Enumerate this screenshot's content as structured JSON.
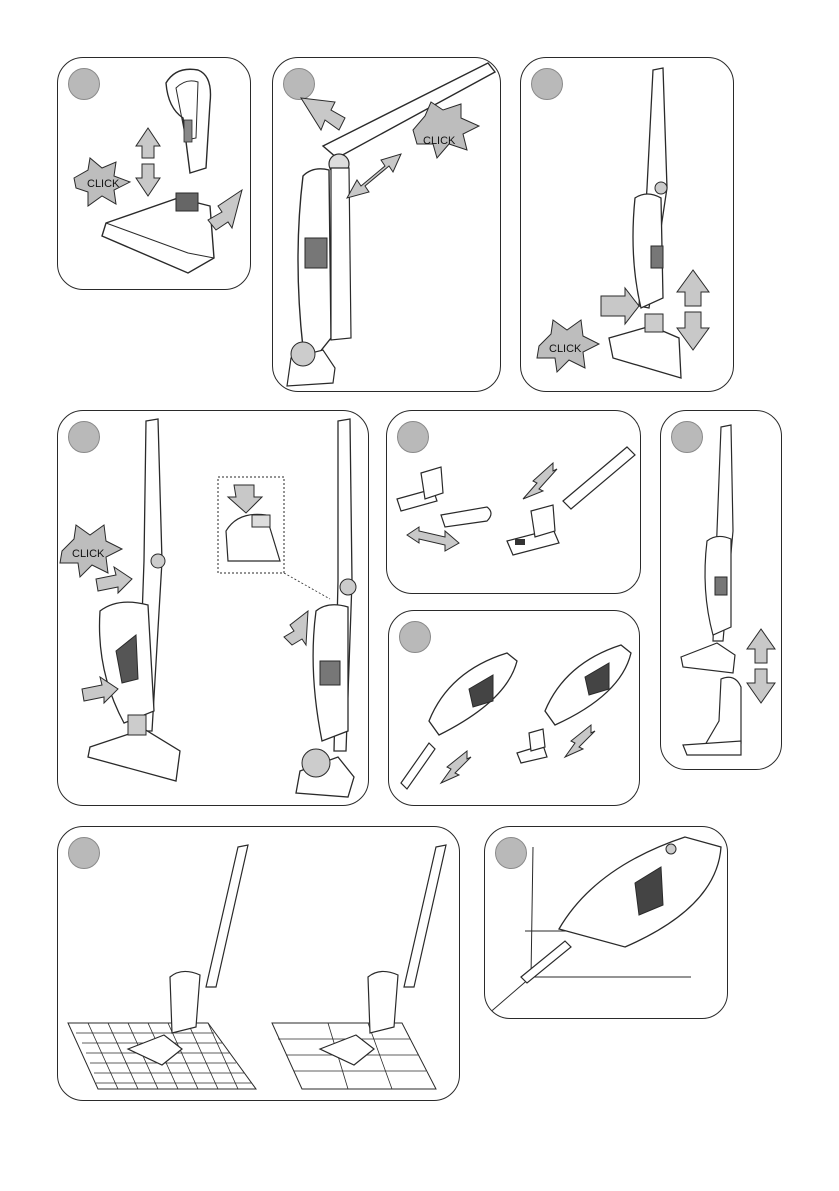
{
  "labels": {
    "click": "CLICK"
  },
  "colors": {
    "line": "#2a2a2a",
    "arrow_fill": "#c8c8c8",
    "burst_fill": "#bdbdbd",
    "badge_fill": "#b9b9b9"
  },
  "panels": [
    {
      "id": "p1",
      "icon": "nozzle-attach-illustration"
    },
    {
      "id": "p2",
      "icon": "handle-attach-illustration"
    },
    {
      "id": "p3",
      "icon": "floor-head-attach-illustration"
    },
    {
      "id": "p4",
      "icon": "handheld-insert-illustration"
    },
    {
      "id": "p5",
      "icon": "accessory-tools-illustration"
    },
    {
      "id": "p6",
      "icon": "handheld-accessory-illustration"
    },
    {
      "id": "p7",
      "icon": "wall-mount-illustration"
    },
    {
      "id": "p8",
      "icon": "floor-types-illustration"
    },
    {
      "id": "p9",
      "icon": "crevice-cleaning-illustration"
    }
  ]
}
